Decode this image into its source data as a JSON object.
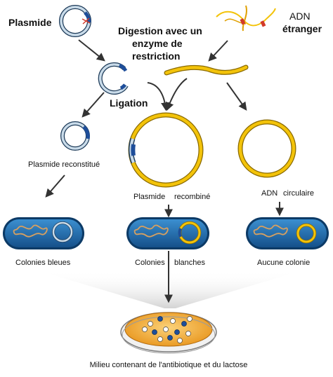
{
  "labels": {
    "plasmide": "Plasmide",
    "adn_line1": "ADN",
    "adn_line2": "étranger",
    "digestion_line1": "Digestion avec un",
    "digestion_line2": "enzyme de",
    "digestion_line3": "restriction",
    "ligation": "Ligation",
    "plasmide_reconstitue": "Plasmide reconstitué",
    "plasmide_recombine_a": "Plasmide",
    "plasmide_recombine_b": "recombiné",
    "adn_circulaire_a": "ADN",
    "adn_circulaire_b": "circulaire",
    "colonies_bleues": "Colonies bleues",
    "colonies_blanches_a": "Colonies",
    "colonies_blanches_b": "blanches",
    "aucune_colonie": "Aucune colonie",
    "milieu": "Milieu contenant de l'antibiotique et du lactose"
  },
  "colors": {
    "plasmid_fill": "#c9dbe9",
    "plasmid_stroke": "#1f3c5a",
    "insert_yellow": "#f3c30a",
    "insert_orange": "#e0a000",
    "gene_blue": "#1e4e9a",
    "restriction_red": "#d23a2a",
    "bacterium_blue": "#1d6fb0",
    "chromosome_orange": "#d8a060",
    "petri_medium": "#f4b13c",
    "arrow_grey": "#333333"
  }
}
